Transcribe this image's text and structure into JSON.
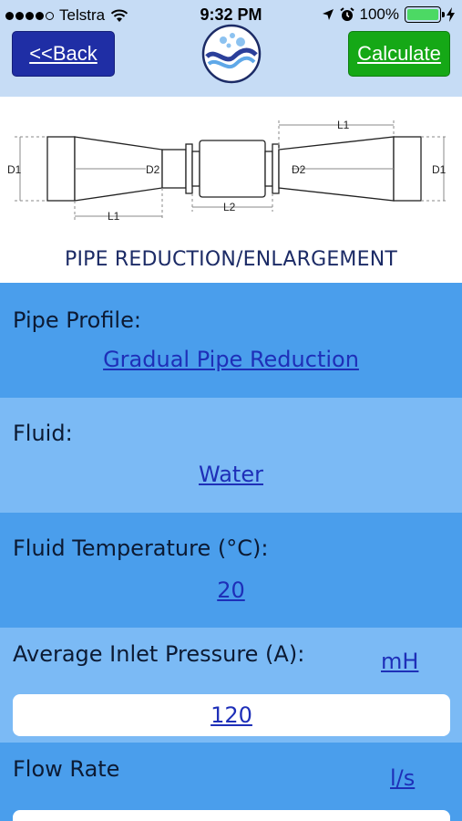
{
  "status_bar": {
    "carrier": "Telstra",
    "time": "9:32 PM",
    "battery_percent": "100%",
    "battery_level": 1.0
  },
  "nav": {
    "back_label": "<<Back",
    "calculate_label": "Calculate"
  },
  "diagram": {
    "title": "PIPE REDUCTION/ENLARGEMENT",
    "labels": {
      "d1_left": "D1",
      "d2_left": "D2",
      "d2_right": "D2",
      "d1_right": "D1",
      "l1_bottom": "L1",
      "l2": "L2",
      "l1_top": "L1"
    }
  },
  "form": {
    "pipe_profile": {
      "label": "Pipe Profile:",
      "value": "Gradual Pipe Reduction"
    },
    "fluid": {
      "label": "Fluid:",
      "value": "Water"
    },
    "fluid_temperature": {
      "label": "Fluid Temperature (°C):",
      "value": "20"
    },
    "inlet_pressure": {
      "label": "Average Inlet Pressure (A):",
      "unit": "mH",
      "value": "120"
    },
    "flow_rate": {
      "label": "Flow Rate",
      "unit": "l/s",
      "value": ""
    }
  },
  "colors": {
    "status_bg": "#c6dcf5",
    "back_button": "#1f2ea5",
    "calculate_button": "#15a816",
    "section_dark": "#4a9eec",
    "section_light": "#7bbaf5",
    "link": "#1e2fb8"
  }
}
